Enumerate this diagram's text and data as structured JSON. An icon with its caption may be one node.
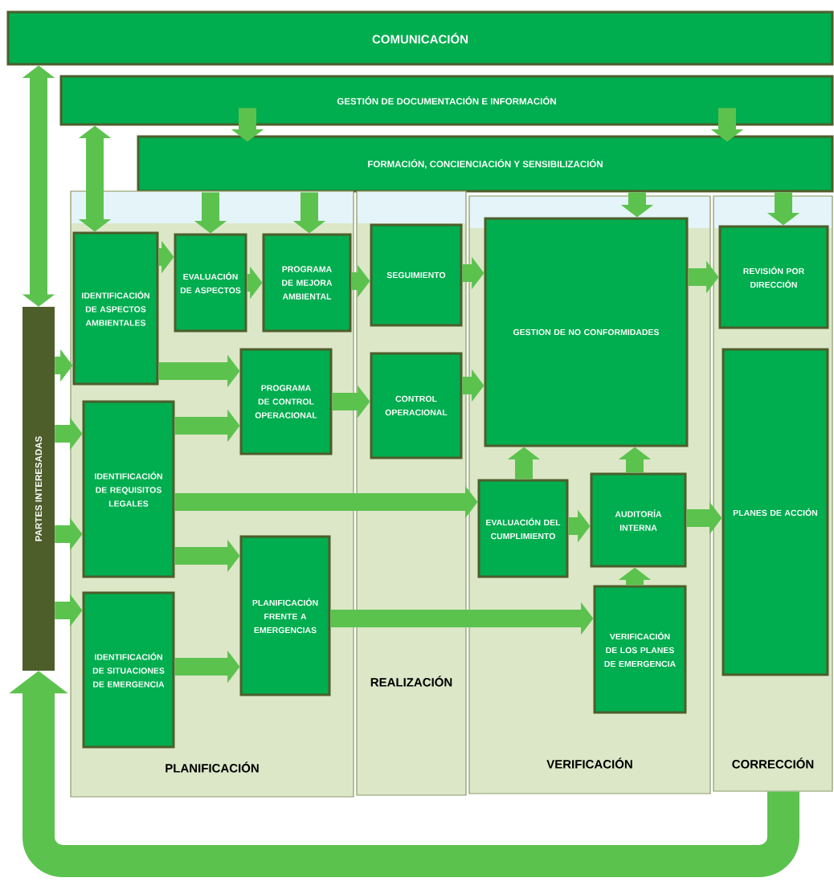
{
  "diagram": {
    "nodes": [
      {
        "text": [
          "COMUNICACIÓN"
        ]
      },
      {
        "text": [
          "GESTIÓN DE DOCUMENTACIÓN E INFORMACIÓN"
        ]
      },
      {
        "text": [
          "FORMACIÓN, CONCIENCIACIÓN Y SENSIBILIZACIÓN"
        ]
      },
      {
        "text": [
          "PARTES INTERESADAS"
        ]
      },
      {
        "text": [
          "PLANIFICACIÓN"
        ]
      },
      {
        "text": [
          "REALIZACIÓN"
        ]
      },
      {
        "text": [
          "VERIFICACIÓN"
        ]
      },
      {
        "text": [
          "CORRECCIÓN"
        ]
      },
      {
        "text": [
          "IDENTIFICACIÓN DE ASPECTOS AMBIENTALES"
        ],
        "in": 4
      },
      {
        "text": [
          "EVALUACIÓN DE ASPECTOS"
        ],
        "in": 4
      },
      {
        "text": [
          "PROGRAMA DE MEJORA AMBIENTAL"
        ],
        "in": 4
      },
      {
        "text": [
          "PROGRAMA DE CONTROL OPERACIONAL"
        ],
        "in": 4
      },
      {
        "text": [
          "IDENTIFICACIÓN DE REQUISITOS LEGALES"
        ],
        "in": 4
      },
      {
        "text": [
          "PLANIFICACIÓN FRENTE A EMERGENCIAS"
        ],
        "in": 4
      },
      {
        "text": [
          "IDENTIFICACIÓN DE SITUACIONES DE EMERGENCIA"
        ],
        "in": 4
      },
      {
        "text": [
          "SEGUIMIENTO"
        ],
        "in": 5
      },
      {
        "text": [
          "CONTROL OPERACIONAL"
        ],
        "in": 5
      },
      {
        "text": [
          "GESTION DE NO CONFORMIDADES"
        ],
        "in": 6
      },
      {
        "text": [
          "EVALUACIÓN DEL CUMPLIMIENTO"
        ],
        "in": 6
      },
      {
        "text": [
          "AUDITORÍA INTERNA"
        ],
        "in": 6
      },
      {
        "text": [
          "VERIFICACIÓN DE LOS PLANES DE EMERGENCIA"
        ],
        "in": 6
      },
      {
        "text": [
          "REVISIÓN POR DIRECCIÓN"
        ],
        "in": 7
      },
      {
        "text": [
          "PLANES DE ACCIÓN"
        ],
        "in": 7
      }
    ],
    "edges": [
      {
        "from": 3,
        "to": 0,
        "arrow": "both"
      },
      {
        "from": 1,
        "to": 8,
        "arrow": "both"
      },
      {
        "from": 1,
        "to": 2,
        "arrow": "to"
      },
      {
        "from": 1,
        "to": 2,
        "arrow": "to"
      },
      {
        "from": 2,
        "to": 9,
        "arrow": "to"
      },
      {
        "from": 2,
        "to": 10,
        "arrow": "to"
      },
      {
        "from": 2,
        "to": 17,
        "arrow": "to"
      },
      {
        "from": 2,
        "to": 21,
        "arrow": "to"
      },
      {
        "from": 8,
        "to": 9,
        "arrow": "to"
      },
      {
        "from": 9,
        "to": 10,
        "arrow": "to"
      },
      {
        "from": 10,
        "to": 15,
        "arrow": "to"
      },
      {
        "from": 8,
        "to": 11,
        "arrow": "to"
      },
      {
        "from": 12,
        "to": 11,
        "arrow": "to"
      },
      {
        "from": 11,
        "to": 16,
        "arrow": "to"
      },
      {
        "from": 15,
        "to": 17,
        "arrow": "to"
      },
      {
        "from": 16,
        "to": 17,
        "arrow": "to"
      },
      {
        "from": 12,
        "to": 18,
        "arrow": "to"
      },
      {
        "from": 12,
        "to": 13,
        "arrow": "to"
      },
      {
        "from": 14,
        "to": 13,
        "arrow": "to"
      },
      {
        "from": 13,
        "to": 20,
        "arrow": "to"
      },
      {
        "from": 18,
        "to": 17,
        "arrow": "to"
      },
      {
        "from": 19,
        "to": 17,
        "arrow": "to"
      },
      {
        "from": 20,
        "to": 19,
        "arrow": "to"
      },
      {
        "from": 18,
        "to": 19,
        "arrow": "to"
      },
      {
        "from": 19,
        "to": 22,
        "arrow": "to"
      },
      {
        "from": 17,
        "to": 21,
        "arrow": "to"
      },
      {
        "from": 3,
        "to": 8,
        "arrow": "to"
      },
      {
        "from": 3,
        "to": 12,
        "arrow": "to"
      },
      {
        "from": 3,
        "to": 12,
        "arrow": "to"
      },
      {
        "from": 3,
        "to": 14,
        "arrow": "to"
      },
      {
        "from": 7,
        "to": 3,
        "arrow": "to",
        "style": "thick"
      }
    ]
  }
}
